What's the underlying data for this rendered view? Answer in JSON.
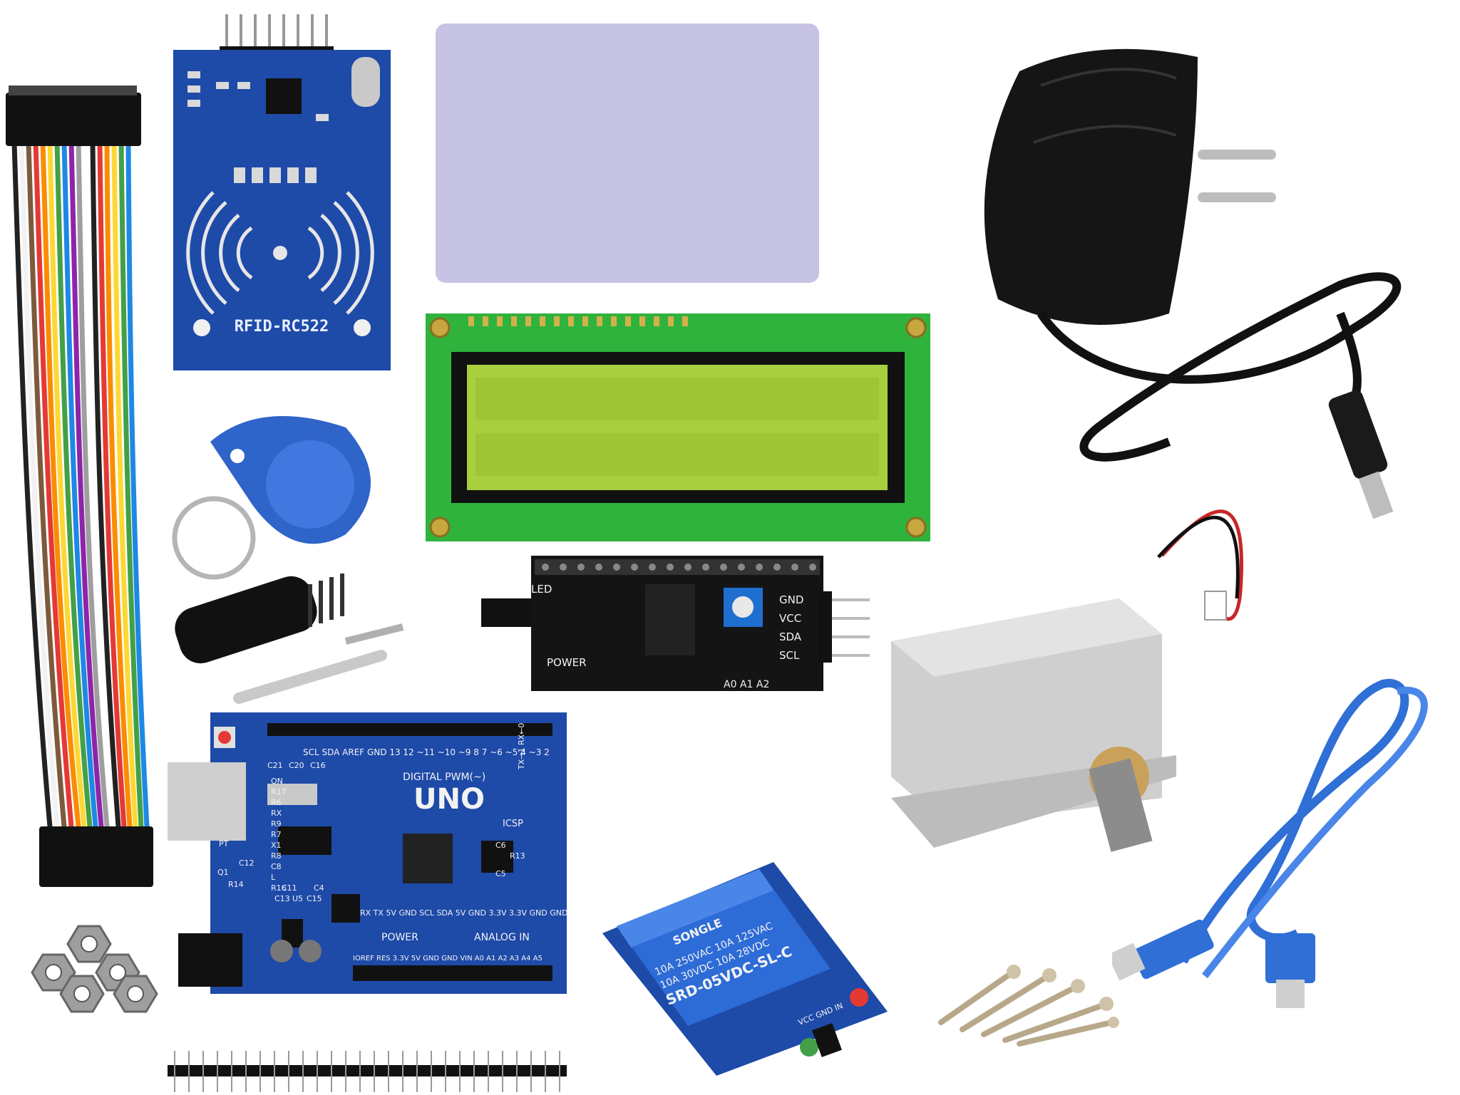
{
  "rfid_module": {
    "label": "RFID-RC522"
  },
  "lcd_backpack": {
    "pins": [
      "GND",
      "VCC",
      "SDA",
      "SCL"
    ],
    "led_label": "LED",
    "power_label": "POWER",
    "address_labels": "A0 A1 A2"
  },
  "arduino": {
    "model": "UNO",
    "digital_label": "DIGITAL PWM(~)",
    "power_label": "POWER",
    "analog_label": "ANALOG IN",
    "tx_rx": "TX→1  RX←0",
    "header_top": "SCL SDA AREF GND 13 12 ~11 ~10 ~9 8 7 ~6 ~5 4 ~3 2",
    "header_bottom": "IOREF RES 3.3V 5V GND GND VIN  A0 A1 A2 A3 A4 A5",
    "left_labels": [
      "ON",
      "R17",
      "R6",
      "RX",
      "R9",
      "R7",
      "X1",
      "R8",
      "C8",
      "L",
      "R16"
    ],
    "right_labels": "RX TX 5V GND  SCL SDA 5V GND  3.3V 3.3V GND GND",
    "icsp": "ICSP",
    "components": [
      "C21",
      "C20",
      "C16",
      "C6",
      "R13",
      "C5",
      "C13",
      "U5",
      "C15",
      "C4",
      "C11",
      "C12",
      "R14",
      "PT",
      "Q1"
    ]
  },
  "relay": {
    "brand": "SONGLE",
    "line1": "10A 250VAC  10A 125VAC",
    "line2": "10A 30VDC  10A 28VDC",
    "model": "SRD-05VDC-SL-C",
    "pins": "VCC GND IN"
  },
  "colors": {
    "pcb_blue": "#1e4aa8",
    "lcd_green": "#2fb33c",
    "lcd_screen": "#a8cf3e",
    "rfid_card": "#c6c3e4",
    "usb_blue": "#2f6fd6"
  }
}
